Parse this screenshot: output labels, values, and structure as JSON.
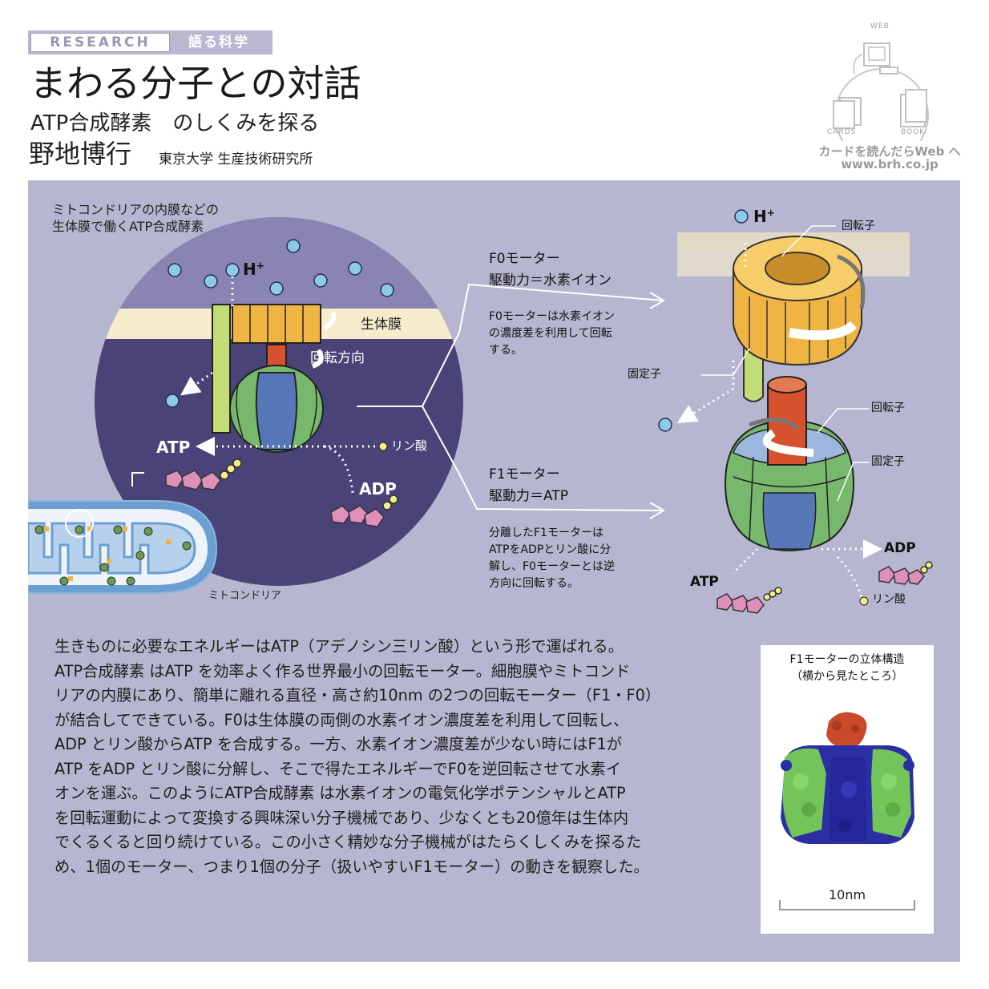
{
  "header": {
    "tag_label": "RESEARCH",
    "category": "語る科学",
    "title": "まわる分子との対話",
    "subtitle": "ATP合成酵素　のしくみを探る",
    "author": "野地博行",
    "affiliation": "東京大学 生産技術研究所"
  },
  "web_badge": {
    "top_label": "WEB",
    "left_label": "CARDS",
    "right_label": "BOOK",
    "line1": "カードを読んだらWeb へ",
    "line2": "www.brh.co.jp"
  },
  "diagram": {
    "caption_top": [
      "ミトコンドリアの内膜などの",
      "生体膜で働くATP合成酵素"
    ],
    "h_plus": "H",
    "membrane_label": "生体膜",
    "rotation_label": "回転方向",
    "atp": "ATP",
    "adp": "ADP",
    "phosphate": "リン酸",
    "mitochondria_label": "ミトコンドリア",
    "f0_title": "F0モーター",
    "f0_drive": "駆動力＝水素イオン",
    "f0_desc": [
      "F0モーターは水素イオン",
      "の濃度差を利用して回転",
      "する。"
    ],
    "f1_title": "F1モーター",
    "f1_drive": "駆動力＝ATP",
    "f1_desc": [
      "分離したF1モーターは",
      "ATPをADPとリン酸に分",
      "解し、F0モーターとは逆",
      "方向に回転する。"
    ],
    "rotor": "回転子",
    "stator": "固定子"
  },
  "body": [
    "生きものに必要なエネルギーはATP（アデノシン三リン酸）という形で運ばれる。",
    "ATP合成酵素 はATP を効率よく作る世界最小の回転モーター。細胞膜やミトコンド",
    "リアの内膜にあり、簡単に離れる直径・高さ約10nm の2つの回転モーター（F1・F0）",
    "が結合してできている。F0は生体膜の両側の水素イオン濃度差を利用して回転し、",
    "ADP とリン酸からATP を合成する。一方、水素イオン濃度差が少ない時にはF1が",
    "ATP をADP とリン酸に分解し、そこで得たエネルギーでF0を逆回転させて水素イ",
    "オンを運ぶ。このようにATP合成酵素 は水素イオンの電気化学ポテンシャルとATP",
    "を回転運動によって変換する興味深い分子機械であり、少なくとも20億年は生体内",
    "でくるくると回り続けている。この小さく精妙な分子機械がはたらくしくみを探るた",
    "め、1個のモーター、つまり1個の分子（扱いやすいF1モーター）の動きを観察した。"
  ],
  "inset": {
    "title_line1": "F1モーターの立体構造",
    "title_line2": "（横から見たところ）",
    "scale": "10nm"
  },
  "colors": {
    "panel": "#b7b6d0",
    "circle_dark": "#4a4378",
    "circle_light": "#8a84b2",
    "membrane": "#f6eccb",
    "rotor_orange": "#f0b443",
    "stator_green": "#c2dc76",
    "f1_green": "#77b86c",
    "f1_blue": "#5777b9",
    "stalk_red": "#d6522f",
    "ion_blue": "#8ccbe8",
    "pentagon_pink": "#de8fba",
    "phosphate_yellow": "#f4ee84"
  }
}
